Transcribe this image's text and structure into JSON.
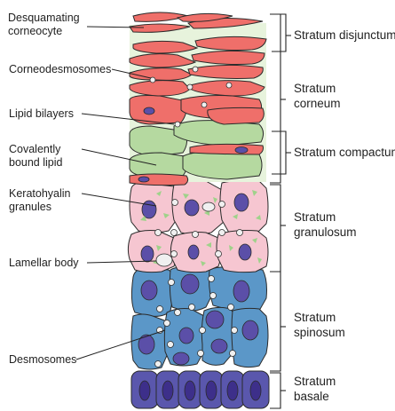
{
  "left_labels": [
    {
      "id": "desquamating",
      "lines": [
        "Desquamating",
        "corneocyte"
      ]
    },
    {
      "id": "corneodesmosomes",
      "lines": [
        "Corneodesmosomes"
      ]
    },
    {
      "id": "lipid-bilayers",
      "lines": [
        "Lipid bilayers"
      ]
    },
    {
      "id": "covalently-bound-lipid",
      "lines": [
        "Covalently",
        "bound lipid"
      ]
    },
    {
      "id": "keratohyalin",
      "lines": [
        "Keratohyalin",
        "granules"
      ]
    },
    {
      "id": "lamellar-body",
      "lines": [
        "Lamellar body"
      ]
    },
    {
      "id": "desmosomes",
      "lines": [
        "Desmosomes"
      ]
    }
  ],
  "right_labels": [
    {
      "id": "stratum-disjunctum",
      "lines": [
        "Stratum disjunctum"
      ]
    },
    {
      "id": "stratum-corneum",
      "lines": [
        "Stratum",
        "corneum"
      ]
    },
    {
      "id": "stratum-compactum",
      "lines": [
        "Stratum compactum"
      ]
    },
    {
      "id": "stratum-granulosum",
      "lines": [
        "Stratum",
        "granulosum"
      ]
    },
    {
      "id": "stratum-spinosum",
      "lines": [
        "Stratum",
        "spinosum"
      ]
    },
    {
      "id": "stratum-basale",
      "lines": [
        "Stratum",
        "basale"
      ]
    }
  ],
  "colors": {
    "corneocyte": "#ef6f6a",
    "compactum_cell": "#b5d9a0",
    "granulosum_cell": "#f6c6d1",
    "spinosum_cell": "#5b97c8",
    "basale_cell": "#5a57ad",
    "nucleus": "#5b4fa8",
    "granule": "#9fd28a"
  }
}
